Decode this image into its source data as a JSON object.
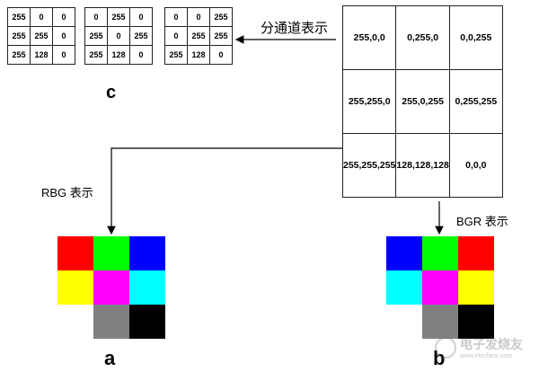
{
  "matrices": [
    {
      "name": "r",
      "cells": [
        [
          "255",
          "0",
          "0"
        ],
        [
          "255",
          "255",
          "0"
        ],
        [
          "255",
          "128",
          "0"
        ]
      ]
    },
    {
      "name": "g",
      "cells": [
        [
          "0",
          "255",
          "0"
        ],
        [
          "255",
          "0",
          "255"
        ],
        [
          "255",
          "128",
          "0"
        ]
      ]
    },
    {
      "name": "b",
      "cells": [
        [
          "0",
          "0",
          "255"
        ],
        [
          "0",
          "255",
          "255"
        ],
        [
          "255",
          "128",
          "0"
        ]
      ]
    }
  ],
  "pixel_table": [
    [
      "255,0,0",
      "0,255,0",
      "0,0,255"
    ],
    [
      "255,255,0",
      "255,0,255",
      "0,255,255"
    ],
    [
      "255,255,255",
      "128,128,128",
      "0,0,0"
    ]
  ],
  "labels": {
    "channel": "分通道表示",
    "rbg": "RBG 表示",
    "bgr": "BGR 表示",
    "a": "a",
    "b": "b",
    "c": "c"
  },
  "swatch_a": [
    [
      "#ff0000",
      "#00ff00",
      "#0000ff"
    ],
    [
      "#ffff00",
      "#ff00ff",
      "#00ffff"
    ],
    [
      "#ffffff",
      "#808080",
      "#000000"
    ]
  ],
  "swatch_b": [
    [
      "#0000ff",
      "#00ff00",
      "#ff0000"
    ],
    [
      "#00ffff",
      "#ff00ff",
      "#ffff00"
    ],
    [
      "#ffffff",
      "#808080",
      "#000000"
    ]
  ],
  "watermark": {
    "text": "电子发烧友",
    "url": "www.elecfans.com"
  }
}
